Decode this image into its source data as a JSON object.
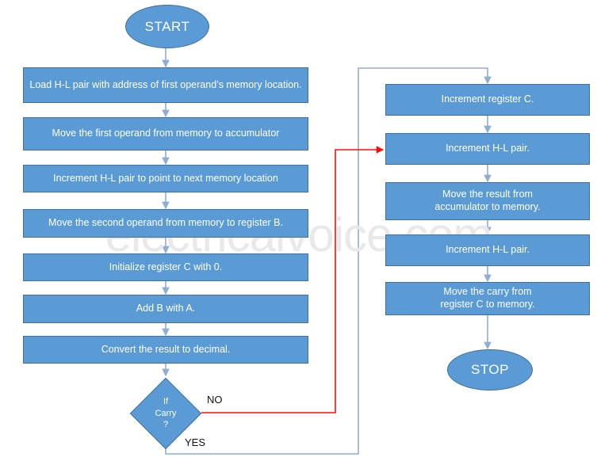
{
  "diagram": {
    "title": "8085 program flowchart: addition of two 16-bit / BCD numbers with carry",
    "watermark": "electricalvoice.com",
    "colors": {
      "node_fill": "#5b9bd5",
      "node_border": "#41719c",
      "node_text": "#ffffff",
      "connector_blue": "#8faed2",
      "connector_red": "#ff0000",
      "connector_red_light": "#e98e8e",
      "watermark_text": "#e9e9ea",
      "background": "#ffffff"
    },
    "left_column": [
      {
        "id": "start",
        "shape": "terminator",
        "label": "START"
      },
      {
        "id": "l1",
        "shape": "process",
        "label": "Load H-L pair with address of first operand’s memory location."
      },
      {
        "id": "l2",
        "shape": "process",
        "label": "Move the first operand from memory to accumulator"
      },
      {
        "id": "l3",
        "shape": "process",
        "label": "Increment H-L pair to point to next memory location"
      },
      {
        "id": "l4",
        "shape": "process",
        "label": "Move the second operand from memory to register B."
      },
      {
        "id": "l5",
        "shape": "process",
        "label": "Initialize register C with 0."
      },
      {
        "id": "l6",
        "shape": "process",
        "label": "Add B with A."
      },
      {
        "id": "l7",
        "shape": "process",
        "label": "Convert the result to decimal."
      },
      {
        "id": "decision",
        "shape": "decision",
        "label_lines": [
          "If",
          "Carry",
          "?"
        ]
      }
    ],
    "right_column": [
      {
        "id": "r1",
        "shape": "process",
        "label": "Increment register C."
      },
      {
        "id": "r2",
        "shape": "process",
        "label": "Increment H-L pair."
      },
      {
        "id": "r3",
        "shape": "process",
        "label_lines": [
          "Move the result from",
          "accumulator to memory."
        ]
      },
      {
        "id": "r4",
        "shape": "process",
        "label": "Increment H-L pair."
      },
      {
        "id": "r5",
        "shape": "process",
        "label_lines": [
          "Move the carry from",
          "register C to memory."
        ]
      },
      {
        "id": "stop",
        "shape": "terminator",
        "label": "STOP"
      }
    ],
    "edge_labels": {
      "no": "NO",
      "yes": "YES"
    },
    "branches": {
      "no_target": "Increment H-L pair.",
      "yes_target": "Increment register C."
    }
  }
}
